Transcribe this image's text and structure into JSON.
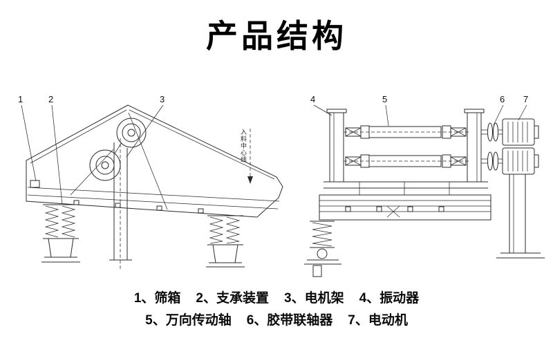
{
  "title": "产品结构",
  "part_labels": [
    "1",
    "2",
    "3",
    "4",
    "5",
    "6",
    "7"
  ],
  "annotation": {
    "feed_center": "入料中心线"
  },
  "legend": {
    "line1": [
      "1、筛箱",
      "2、支承装置",
      "3、电机架",
      "4、振动器"
    ],
    "line2": [
      "5、万向传动轴",
      "6、胶带联轴器",
      "7、电动机"
    ]
  },
  "colors": {
    "ink": "#2a2a2a",
    "background": "#ffffff"
  }
}
